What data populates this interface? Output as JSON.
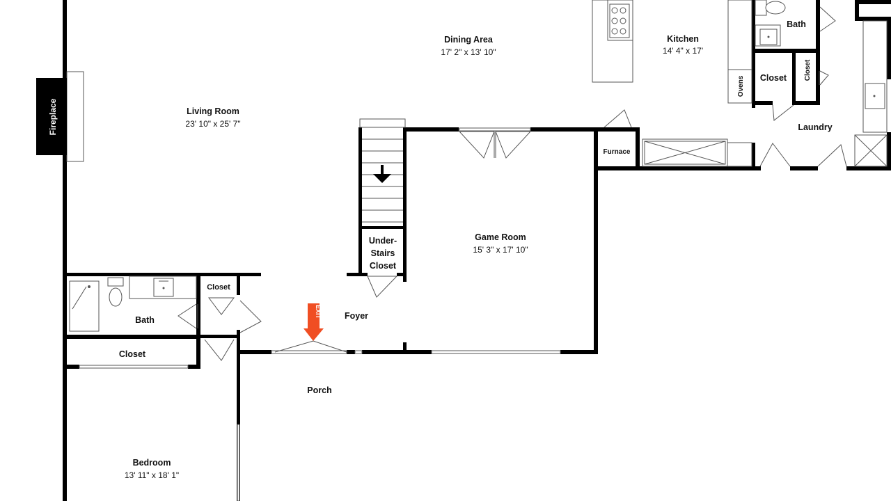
{
  "rooms": {
    "living_room": {
      "name": "Living Room",
      "dims": "23' 10\" x 25' 7\""
    },
    "dining_area": {
      "name": "Dining Area",
      "dims": "17' 2\" x 13' 10\""
    },
    "kitchen": {
      "name": "Kitchen",
      "dims": "14' 4\" x 17'"
    },
    "game_room": {
      "name": "Game Room",
      "dims": "15' 3\" x 17' 10\""
    },
    "bedroom": {
      "name": "Bedroom",
      "dims": "13' 11\" x 18' 1\""
    },
    "foyer": {
      "name": "Foyer"
    },
    "porch": {
      "name": "Porch"
    },
    "laundry": {
      "name": "Laundry"
    },
    "furnace": {
      "name": "Furnace"
    },
    "ovens": {
      "name": "Ovens"
    },
    "fireplace": {
      "name": "Fireplace"
    },
    "bath_lower": {
      "name": "Bath"
    },
    "bath_upper": {
      "name": "Bath"
    },
    "closet_bath_lower": {
      "name": "Closet"
    },
    "closet_bedroom": {
      "name": "Closet"
    },
    "closet_kitchen": {
      "name": "Closet"
    },
    "closet_kitchen_small": {
      "name": "Closet"
    },
    "under_stairs": {
      "line1": "Under-",
      "line2": "Stairs",
      "line3": "Closet"
    }
  },
  "exit_label": "EXIT",
  "colors": {
    "wall": "#000000",
    "fixture_line": "#555555",
    "exit_arrow": "#f04e23",
    "fireplace_fill": "#000000"
  },
  "icons": [
    "stairs-down-arrow-icon",
    "exit-arrow-icon",
    "toilet-icon",
    "sink-icon",
    "shower-icon",
    "stove-icon"
  ]
}
